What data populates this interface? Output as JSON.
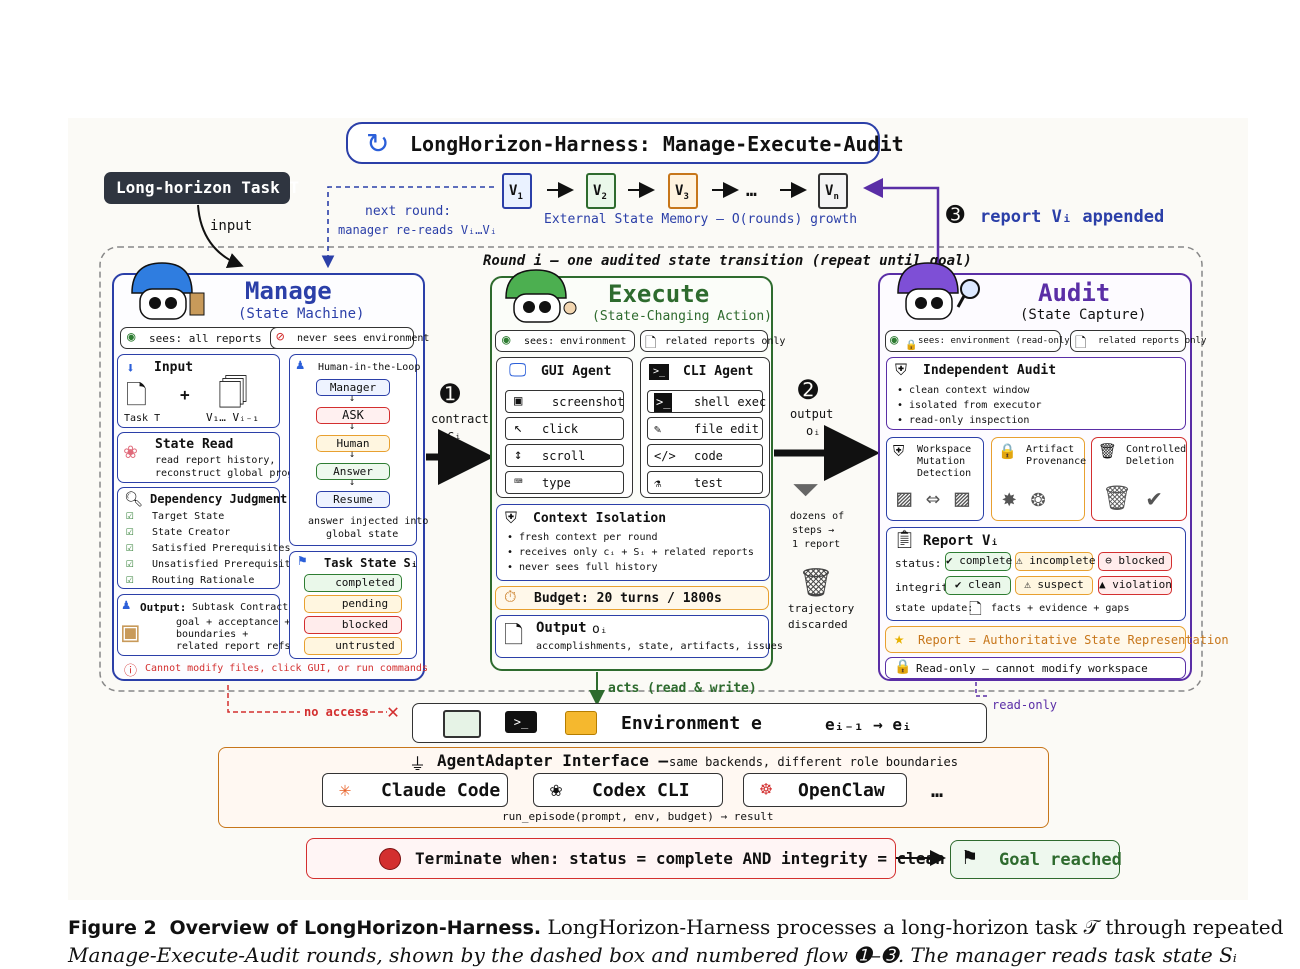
{
  "title": "LongHorizon-Harness: Manage-Execute-Audit",
  "task_box": "Long-horizon Task T",
  "input_label": "input",
  "memory": {
    "versions": [
      "V1",
      "V2",
      "V3",
      "…",
      "Vn"
    ],
    "label": "External State Memory – O(rounds) growth",
    "next_round": "next round:",
    "rereads": "manager re-reads Vᵢ…Vᵢ",
    "report_appended": "report Vᵢ appended",
    "step3": "➌"
  },
  "round_label": "Round i – one audited state transition (repeat until goal)",
  "manage": {
    "title": "Manage",
    "subtitle": "(State Machine)",
    "sees": "sees: all reports",
    "never_sees": "never sees environment",
    "input_title": "Input",
    "input_task": "Task T",
    "input_versions": "V₁… Vᵢ₋₁",
    "plus": "+",
    "state_read_title": "State Read",
    "state_read_desc": [
      "read report history,",
      "reconstruct global progress"
    ],
    "dep_title": "Dependency Judgment",
    "dep_items": [
      "Target State",
      "State Creator",
      "Satisfied Prerequisites",
      "Unsatisfied Prerequisites",
      "Routing Rationale"
    ],
    "hitl_title": "Human-in-the-Loop",
    "hitl_steps": [
      "Manager",
      "ASK",
      "Human",
      "Answer",
      "Resume"
    ],
    "hitl_note": [
      "answer injected into",
      "global state"
    ],
    "task_state_title": "Task State Sᵢ",
    "task_states": [
      "completed",
      "pending",
      "blocked",
      "untrusted"
    ],
    "output_title": "Output:",
    "output_title2": "Subtask Contract cᵢ",
    "output_desc": [
      "goal + acceptance +",
      "boundaries +",
      "related report refs"
    ],
    "warning": "Cannot modify files, click GUI, or run commands"
  },
  "flow": {
    "step1": "➊",
    "contract": "contract",
    "ci": "cᵢ",
    "step2": "➋",
    "output": "output",
    "oi": "oᵢ",
    "dozens": [
      "dozens of",
      "steps →",
      "1 report"
    ],
    "discarded": [
      "trajectory",
      "discarded"
    ]
  },
  "execute": {
    "title": "Execute",
    "subtitle": "(State-Changing Action)",
    "sees": "sees: environment",
    "related": "related reports only",
    "gui_title": "GUI Agent",
    "gui_actions": [
      "screenshot",
      "click",
      "scroll",
      "type"
    ],
    "cli_title": "CLI Agent",
    "cli_actions": [
      "shell exec",
      "file edit",
      "code",
      "test"
    ],
    "iso_title": "Context Isolation",
    "iso_items": [
      "fresh context per round",
      "receives only cᵢ + Sᵢ + related reports",
      "never sees full history"
    ],
    "budget": "Budget:  20 turns / 1800s",
    "out_title": "Output",
    "out_sub": "oᵢ",
    "out_desc": "accomplishments, state, artifacts, issues"
  },
  "audit": {
    "title": "Audit",
    "subtitle": "(State Capture)",
    "sees": "sees: environment (read-only)",
    "related": "related reports only",
    "ind_title": "Independent Audit",
    "ind_items": [
      "clean context window",
      "isolated from executor",
      "read-only inspection"
    ],
    "checks": [
      [
        "Workspace",
        "Mutation",
        "Detection"
      ],
      [
        "Artifact",
        "Provenance"
      ],
      [
        "Controlled",
        "Deletion"
      ]
    ],
    "report_title": "Report Vᵢ",
    "status_label": "status:",
    "status_values": [
      "complete",
      "incomplete",
      "blocked"
    ],
    "integrity_label": "integrity:",
    "integrity_values": [
      "clean",
      "suspect",
      "violation"
    ],
    "state_update_label": "state update:",
    "state_update": "facts + evidence + gaps",
    "authoritative": "Report = Authoritative State Representation",
    "readonly": "Read-only – cannot modify workspace"
  },
  "env": {
    "acts": "acts (read & write)",
    "no_access": "no access",
    "read_only": "read-only",
    "title": "Environment e",
    "transition": "eᵢ₋₁ → eᵢ"
  },
  "adapter": {
    "title": "AgentAdapter Interface –",
    "subtitle": "same backends, different role boundaries",
    "backends": [
      "Claude Code",
      "Codex CLI",
      "OpenClaw"
    ],
    "more": "…",
    "signature": "run_episode(prompt, env, budget) → result"
  },
  "terminate": "Terminate when: status = complete AND integrity = clean",
  "goal": "Goal reached",
  "caption": {
    "line1_fig": "Figure 2",
    "line1_bold": "Overview of LongHorizon-Harness.",
    "line1_rest": "LongHorizon-Harness processes a long-horizon task 𝒯 through repeated",
    "line2": "Manage-Execute-Audit rounds, shown by the dashed box and numbered flow ➊–➌. The manager reads task state Sᵢ"
  },
  "colors": {
    "manage": "#2b3fa8",
    "execute": "#2e6b2e",
    "audit": "#5a2ea6",
    "dark_box": "#2f3540",
    "red": "#d32f2f"
  }
}
